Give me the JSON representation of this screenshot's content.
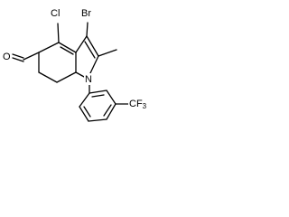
{
  "molecule": {
    "atom_labels": {
      "chloro": "Cl",
      "bromo": "Br",
      "aldehyde_oxygen": "O",
      "nitrogen": "N",
      "trifluoromethyl": "CF3",
      "trifluoromethyl_main": "CF",
      "trifluoromethyl_sub": "3"
    }
  }
}
